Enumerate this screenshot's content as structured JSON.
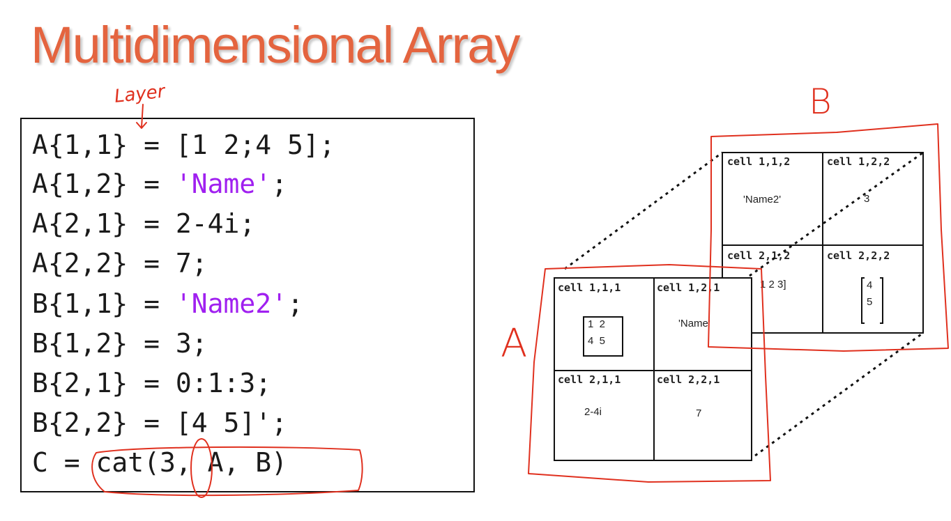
{
  "slide": {
    "title": "Multidimensional Array"
  },
  "code": {
    "lines": [
      {
        "pre": "A{1,1} = [1 2;4 5];",
        "str": "",
        "post": ""
      },
      {
        "pre": "A{1,2} = ",
        "str": "'Name'",
        "post": ";"
      },
      {
        "pre": "A{2,1} = 2-4i;",
        "str": "",
        "post": ""
      },
      {
        "pre": "A{2,2} = 7;",
        "str": "",
        "post": ""
      },
      {
        "pre": "B{1,1} = ",
        "str": "'Name2'",
        "post": ";"
      },
      {
        "pre": "B{1,2} = 3;",
        "str": "",
        "post": ""
      },
      {
        "pre": "B{2,1} = 0:1:3;",
        "str": "",
        "post": ""
      },
      {
        "pre": "B{2,2} = [4 5]';",
        "str": "",
        "post": ""
      },
      {
        "pre": "C = cat(3, A, B)",
        "str": "",
        "post": ""
      }
    ]
  },
  "annotations": {
    "layer_note": "Layer",
    "label_a": "A",
    "label_b": "B"
  },
  "diagram": {
    "array_a": {
      "cells": [
        {
          "label": "cell 1,1,1",
          "value_rows": [
            "1  2",
            "4  5"
          ]
        },
        {
          "label": "cell 1,2,1",
          "value": "'Name'"
        },
        {
          "label": "cell 2,1,1",
          "value": "2-4i"
        },
        {
          "label": "cell 2,2,1",
          "value": "7"
        }
      ]
    },
    "array_b": {
      "cells": [
        {
          "label": "cell 1,1,2",
          "value": "'Name2'"
        },
        {
          "label": "cell 1,2,2",
          "value": "3"
        },
        {
          "label": "cell 2,1,2",
          "value": "1 2 3]"
        },
        {
          "label": "cell 2,2,2",
          "value_rows": [
            "4",
            "5"
          ]
        }
      ]
    }
  },
  "colors": {
    "title": "#e4643f",
    "string_literal": "#a020f0",
    "annotation_ink": "#e0301e"
  }
}
